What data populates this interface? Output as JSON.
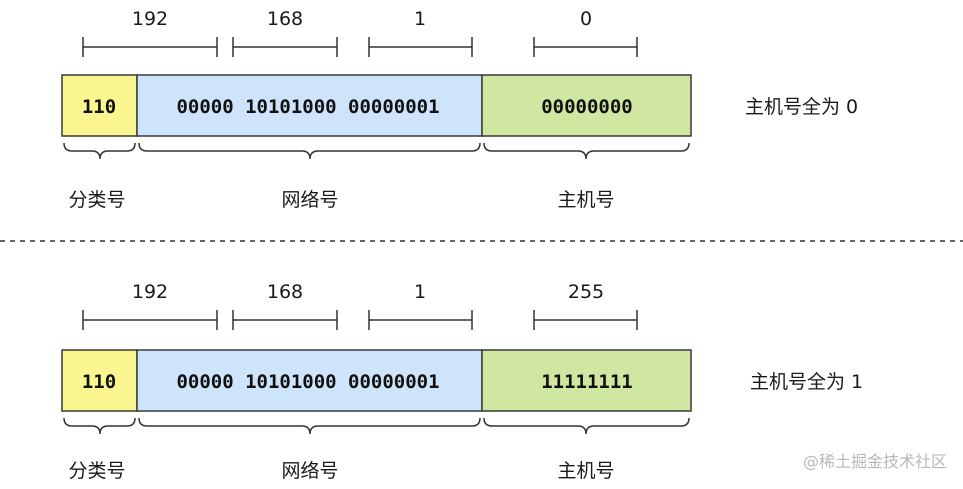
{
  "colors": {
    "class_fill": "#fbf58f",
    "net_fill": "#cde4fa",
    "host_fill": "#cfe7a0",
    "stroke": "#3a3a3a"
  },
  "panels": [
    {
      "octets": [
        "192",
        "168",
        "1",
        "0"
      ],
      "class_bits": "110",
      "net_bits": "00000 10101000 00000001",
      "host_bits": "00000000",
      "labels": {
        "class": "分类号",
        "net": "网络号",
        "host": "主机号"
      },
      "note": "主机号全为 0"
    },
    {
      "octets": [
        "192",
        "168",
        "1",
        "255"
      ],
      "class_bits": "110",
      "net_bits": "00000 10101000 00000001",
      "host_bits": "11111111",
      "labels": {
        "class": "分类号",
        "net": "网络号",
        "host": "主机号"
      },
      "note": "主机号全为 1"
    }
  ],
  "watermark": "@稀土掘金技术社区"
}
